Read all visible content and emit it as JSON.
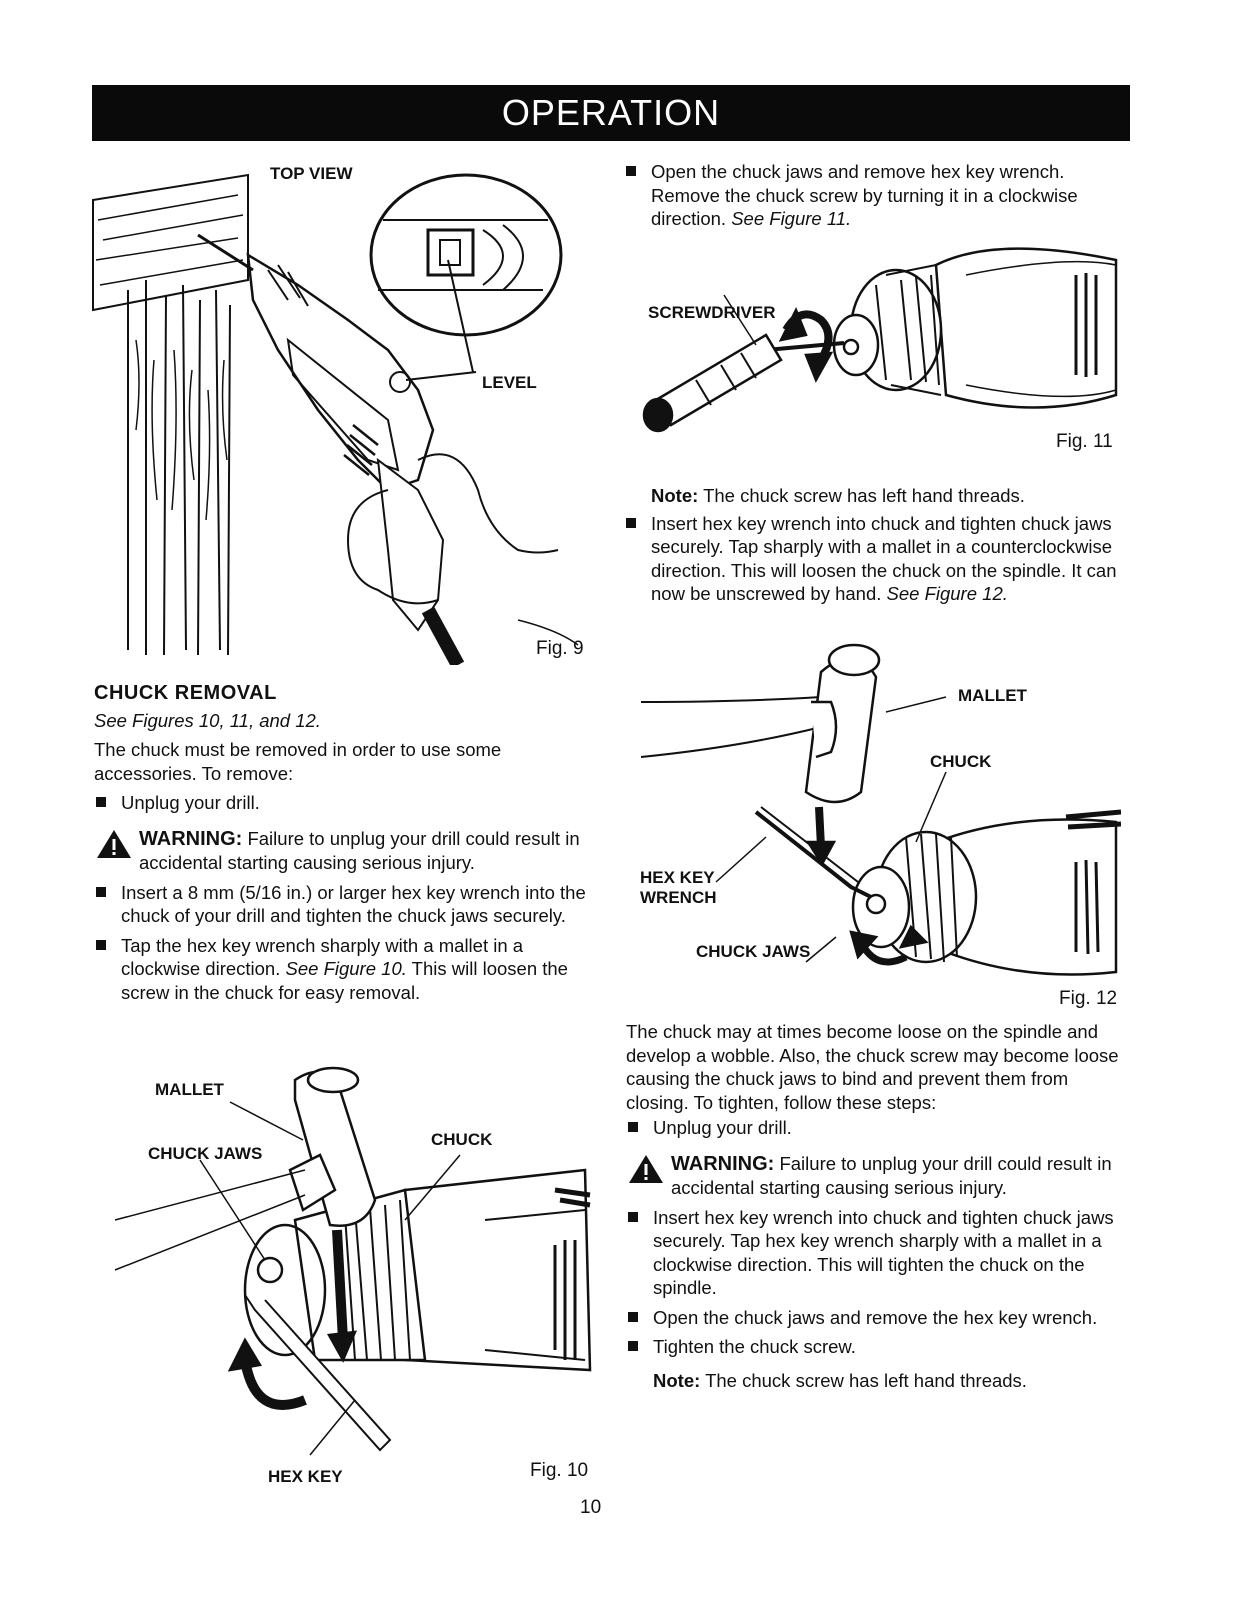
{
  "header": {
    "title": "OPERATION"
  },
  "fig9": {
    "label_top_view": "TOP VIEW",
    "label_level": "LEVEL",
    "number": "Fig. 9"
  },
  "fig10": {
    "label_mallet": "MALLET",
    "label_chuck_jaws": "CHUCK JAWS",
    "label_chuck": "CHUCK",
    "label_hex_key": "HEX KEY",
    "number": "Fig. 10"
  },
  "fig11": {
    "label_screwdriver": "SCREWDRIVER",
    "number": "Fig. 11"
  },
  "fig12": {
    "label_mallet": "MALLET",
    "label_chuck": "CHUCK",
    "label_hex_key_1": "HEX KEY",
    "label_hex_key_2": "WRENCH",
    "label_chuck_jaws": "CHUCK JAWS",
    "number": "Fig. 12"
  },
  "left": {
    "heading": "CHUCK REMOVAL",
    "see": "See Figures 10, 11, and 12.",
    "intro": "The chuck must be removed in order to use some accessories. To remove:",
    "bullet1": "Unplug your drill.",
    "warning_label": "WARNING:",
    "warning_text": "Failure to unplug your drill could result in accidental starting causing serious injury.",
    "bullet2": "Insert a 8 mm (5/16 in.) or larger hex key wrench into the chuck of your drill and tighten the chuck jaws securely.",
    "bullet3_a": "Tap the hex key wrench sharply with a mallet in a clockwise direction. ",
    "bullet3_ref": "See Figure 10.",
    "bullet3_b": " This will loosen the screw in the chuck for easy removal."
  },
  "right": {
    "bullet1_a": "Open the chuck jaws and remove hex key wrench. Remove the chuck screw by turning it in a clockwise direction. ",
    "bullet1_ref": "See Figure 11.",
    "note1_label": "Note:",
    "note1_text": " The chuck screw has left hand threads.",
    "bullet2_a": "Insert hex key wrench into chuck and tighten chuck jaws securely. Tap sharply with a mallet in a counterclockwise direction. This will loosen the chuck on the spindle. It can now be unscrewed by hand. ",
    "bullet2_ref": "See Figure 12.",
    "para": "The chuck may at times become loose on the spindle and develop a wobble. Also, the chuck screw may become loose causing the chuck jaws to bind and prevent them from closing. To tighten, follow these steps:",
    "bullet3": "Unplug your drill.",
    "warning_label": "WARNING:",
    "warning_text": "Failure to unplug your drill could result in accidental starting causing serious injury.",
    "bullet4": "Insert hex key wrench into chuck and tighten chuck jaws securely. Tap hex key wrench sharply with a mallet in a clockwise direction. This will tighten the chuck on the spindle.",
    "bullet5": "Open the chuck jaws and remove the hex key wrench.",
    "bullet6": "Tighten the chuck screw.",
    "note2_label": "Note:",
    "note2_text": " The chuck screw has left hand threads."
  },
  "page_number": "10"
}
